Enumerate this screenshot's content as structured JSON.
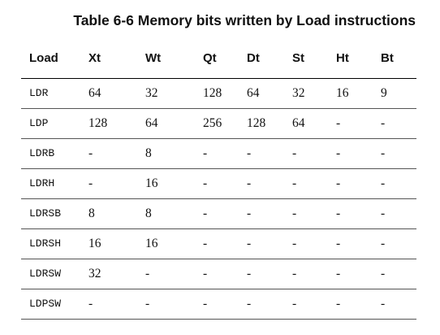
{
  "title": "Table 6-6 Memory bits written by Load instructions",
  "headers": [
    "Load",
    "Xt",
    "Wt",
    "Qt",
    "Dt",
    "St",
    "Ht",
    "Bt"
  ],
  "rows": [
    [
      "LDR",
      "64",
      "32",
      "128",
      "64",
      "32",
      "16",
      "9"
    ],
    [
      "LDP",
      "128",
      "64",
      "256",
      "128",
      "64",
      "-",
      "-"
    ],
    [
      "LDRB",
      "-",
      "8",
      "-",
      "-",
      "-",
      "-",
      "-"
    ],
    [
      "LDRH",
      "-",
      "16",
      "-",
      "-",
      "-",
      "-",
      "-"
    ],
    [
      "LDRSB",
      "8",
      "8",
      "-",
      "-",
      "-",
      "-",
      "-"
    ],
    [
      "LDRSH",
      "16",
      "16",
      "-",
      "-",
      "-",
      "-",
      "-"
    ],
    [
      "LDRSW",
      "32",
      "-",
      "-",
      "-",
      "-",
      "-",
      "-"
    ],
    [
      "LDPSW",
      "-",
      "-",
      "-",
      "-",
      "-",
      "-",
      "-"
    ]
  ]
}
